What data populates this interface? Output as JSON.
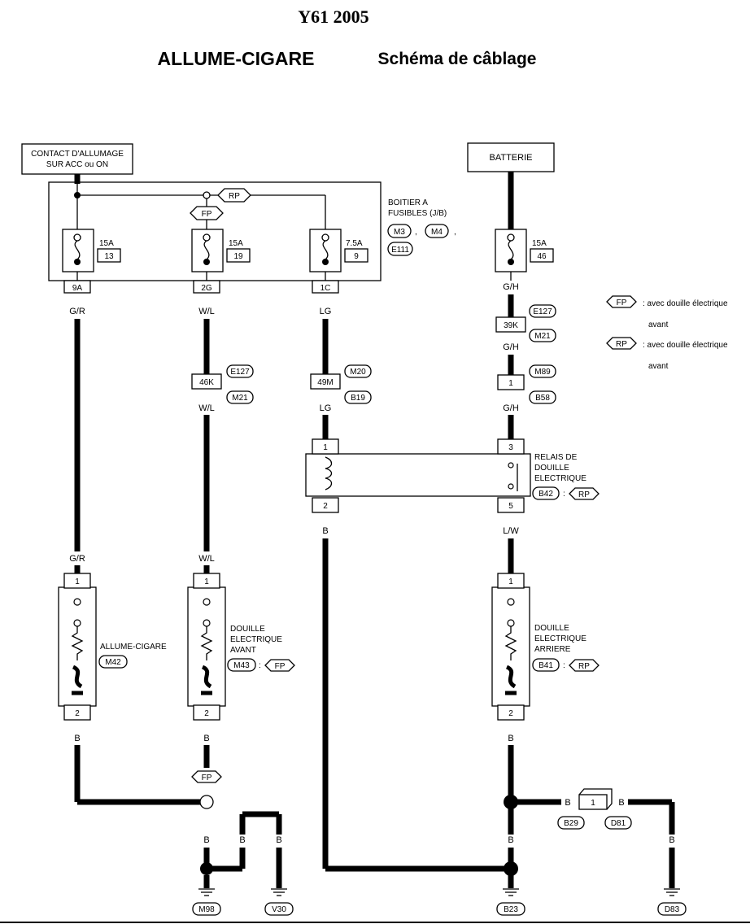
{
  "header": {
    "model": "Y61  2005",
    "title": "ALLUME-CIGARE",
    "subtitle": "Schéma de câblage"
  },
  "sources": {
    "ignition_line1": "CONTACT D'ALLUMAGE",
    "ignition_line2": "SUR ACC ou ON",
    "battery": "BATTERIE"
  },
  "fuse_block": {
    "label_line1": "BOITIER A",
    "label_line2": "FUSIBLES (J/B)",
    "connectors": [
      "M3",
      "M4",
      "E111"
    ],
    "fuses": [
      {
        "amp": "15A",
        "num": "13",
        "term": "9A"
      },
      {
        "amp": "15A",
        "num": "19",
        "term": "2G"
      },
      {
        "amp": "7.5A",
        "num": "9",
        "term": "1C"
      }
    ]
  },
  "battery_fuse": {
    "amp": "15A",
    "num": "46"
  },
  "tags": {
    "fp": "FP",
    "rp": "RP"
  },
  "legend": {
    "fp_text": ": avec douille électrique",
    "fp_text2": "avant",
    "rp_text": ": avec douille électrique",
    "rp_text2": "avant"
  },
  "wire_colors": {
    "gr": "G/R",
    "wl": "W/L",
    "lg": "LG",
    "gh": "G/H",
    "b": "B",
    "lw": "L/W"
  },
  "inline_connectors": {
    "c46k": "46K",
    "c49m": "49M",
    "c39k": "39K",
    "c1": "1",
    "e127": "E127",
    "m21": "M21",
    "m20": "M20",
    "b19": "B19",
    "m89": "M89",
    "b58": "B58"
  },
  "relay": {
    "line1": "RELAIS DE",
    "line2": "DOUILLE",
    "line3": "ELECTRIQUE",
    "connector": "B42",
    "pins": [
      "1",
      "2",
      "3",
      "5"
    ]
  },
  "loads": {
    "cigar_label": "ALLUME-CIGARE",
    "cigar_conn": "M42",
    "front_line1": "DOUILLE",
    "front_line2": "ELECTRIQUE",
    "front_line3": "AVANT",
    "front_conn": "M43",
    "rear_line1": "DOUILLE",
    "rear_line2": "ELECTRIQUE",
    "rear_line3": "ARRIERE",
    "rear_conn": "B41",
    "pin1": "1",
    "pin2": "2"
  },
  "grounds": {
    "m98": "M98",
    "v30": "V30",
    "b23": "B23",
    "d83": "D83",
    "b29": "B29",
    "d81": "D81",
    "joint_pin": "1"
  }
}
